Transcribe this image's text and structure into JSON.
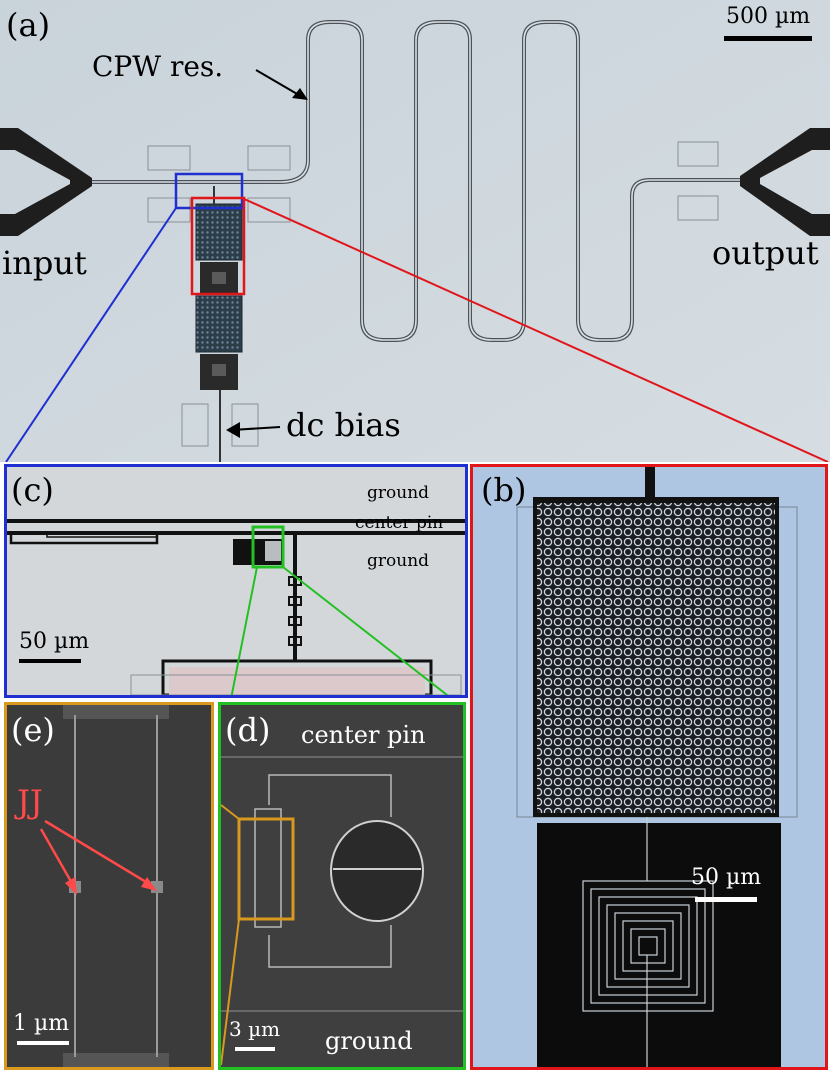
{
  "figure": {
    "panel_a": {
      "label": "(a)",
      "scale_bar": "500 µm",
      "cpw_label": "CPW res.",
      "input_label": "input",
      "output_label": "output",
      "dc_label": "dc bias"
    },
    "panel_b": {
      "label": "(b)",
      "scale_bar": "50 µm"
    },
    "panel_c": {
      "label": "(c)",
      "scale_bar": "50 µm",
      "ground_top": "ground",
      "center_pin": "center pin",
      "ground_bottom": "ground"
    },
    "panel_d": {
      "label": "(d)",
      "center_pin": "center pin",
      "ground": "ground",
      "scale_bar": "3 µm"
    },
    "panel_e": {
      "label": "(e)",
      "jj_label": "JJ",
      "scale_bar": "1 µm"
    },
    "colors": {
      "blue_frame": "#1f2fd0",
      "red_frame": "#e0161b",
      "green_frame": "#22c022",
      "orange_frame": "#d9981e",
      "jj_text": "#ff4a4a"
    }
  }
}
